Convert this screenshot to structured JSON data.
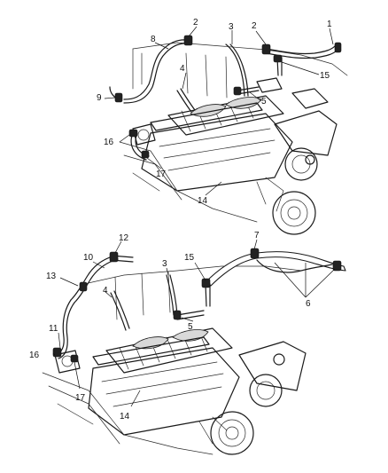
{
  "top_view": {
    "callouts": [
      "1",
      "2",
      "2",
      "3",
      "4",
      "5",
      "8",
      "9",
      "14",
      "15",
      "16",
      "17"
    ]
  },
  "bottom_view": {
    "callouts": [
      "3",
      "4",
      "5",
      "6",
      "7",
      "10",
      "11",
      "12",
      "13",
      "14",
      "15",
      "16",
      "17"
    ]
  }
}
